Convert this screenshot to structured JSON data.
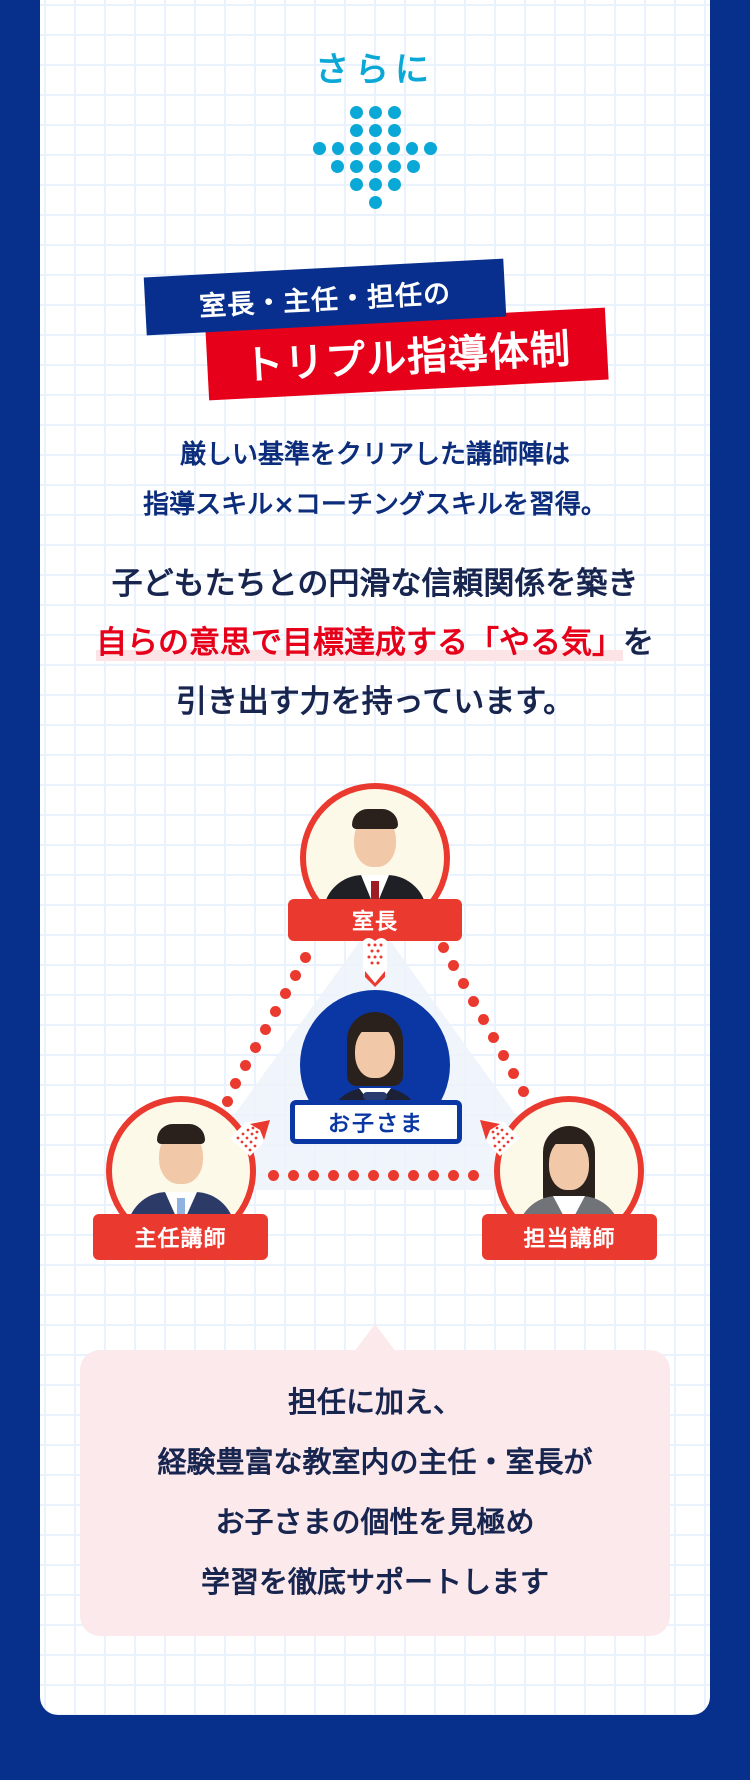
{
  "header": {
    "intro": "さらに",
    "intro_color": "#0aa8d6",
    "arrow_icon": "dotted-down-arrow-icon",
    "arrow_rows": [
      3,
      3,
      7,
      5,
      3,
      1
    ]
  },
  "banner": {
    "line1": "室長・主任・担任の",
    "line2": "トリプル指導体制",
    "line1_color": "#082f8e",
    "line2_color": "#e60019"
  },
  "lead": {
    "line1": "厳しい基準をクリアした講師陣は",
    "line2": "指導スキル×コーチングスキルを習得。"
  },
  "main_copy": {
    "line1": "子どもたちとの円滑な信頼関係を築き",
    "line2_highlight": "自らの意思で目標達成する「やる気」",
    "line2_suffix": "を",
    "line3": "引き出す力を持っています。",
    "highlight_color": "#e60019"
  },
  "diagram": {
    "top_role": "室長",
    "center_role": "お子さま",
    "left_role": "主任講師",
    "right_role": "担当講師",
    "accent_red": "#ea3a2f",
    "accent_blue": "#0a37a3"
  },
  "bubble": {
    "line1": "担任に加え、",
    "line2": "経験豊富な教室内の主任・室長が",
    "line3": "お子さまの個性を見極め",
    "line4": "学習を徹底サポートします",
    "bg_color": "#fbe9ec"
  },
  "frame": {
    "outer_color": "#06308c"
  }
}
